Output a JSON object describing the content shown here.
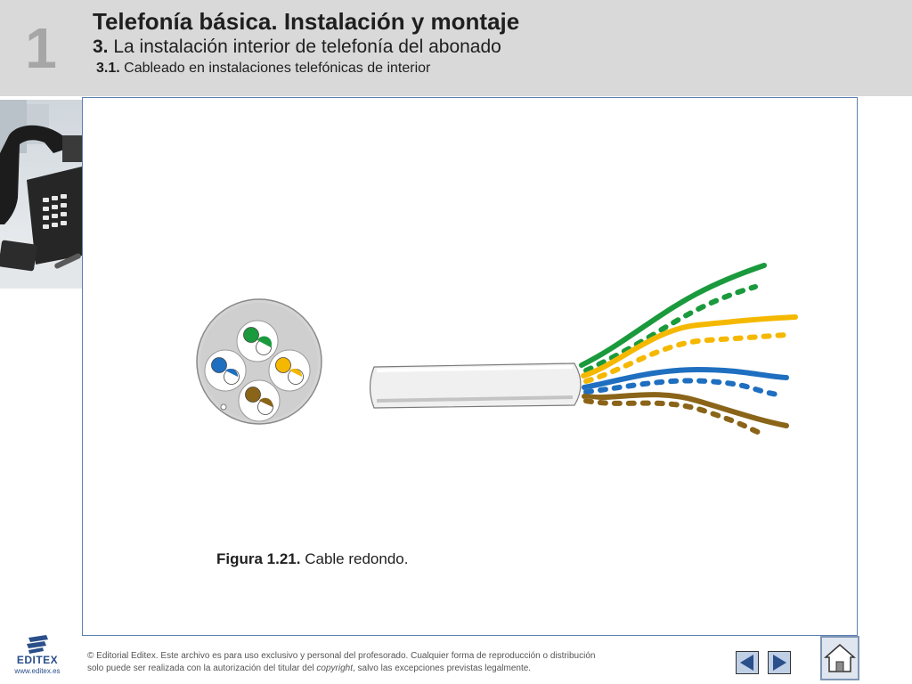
{
  "header": {
    "chapter_number": "1",
    "title": "Telefonía básica. Instalación y montaje",
    "section_number": "3.",
    "section_title": "La instalación interior de telefonía del abonado",
    "subsection_number": "3.1.",
    "subsection_title": "Cableado en instalaciones telefónicas de interior"
  },
  "figure": {
    "caption_label": "Figura 1.21.",
    "caption_text": "Cable redondo.",
    "pair_colors": {
      "green": "#1a9a3c",
      "orange": "#f5b800",
      "blue": "#1f6fc0",
      "brown": "#8a6418"
    }
  },
  "footer": {
    "logo_text": "EDITEX",
    "logo_url": "www.editex.es",
    "copyright_line1": "© Editorial Editex. Este archivo es para uso exclusivo y personal del profesorado. Cualquier forma de reproducción o distribución",
    "copyright_line2_a": "solo puede ser realizada con la autorización del titular del ",
    "copyright_line2_em": "copyright",
    "copyright_line2_b": ", salvo las excepciones previstas legalmente.",
    "icons": [
      "prev-arrow-icon",
      "next-arrow-icon",
      "home-icon"
    ]
  }
}
